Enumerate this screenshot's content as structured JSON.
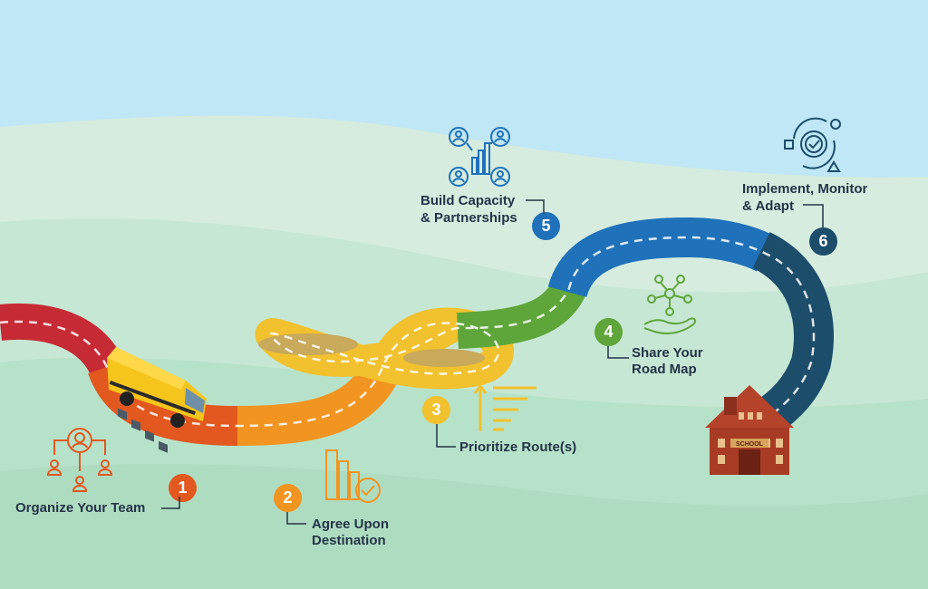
{
  "colors": {
    "sky": "#bfe7f5",
    "hill_light": "#d5ecdf",
    "hill_mid": "#c3e6d2",
    "hill_front": "#b3e0c7",
    "step1": "#e2581f",
    "step2": "#f29420",
    "step3": "#f2c12e",
    "step4": "#5fa63a",
    "step5": "#1f72ba",
    "step6": "#1c4e6b",
    "road_red": "#c62b35",
    "school": "#a83b24",
    "bus": "#f5c51c",
    "text": "#243447"
  },
  "steps": [
    {
      "number": "1",
      "label": "Organize Your Team",
      "icon": "team-hierarchy-icon"
    },
    {
      "number": "2",
      "label": "Agree Upon Destination",
      "label_lines": [
        "Agree Upon",
        "Destination"
      ],
      "icon": "bar-chart-check-icon"
    },
    {
      "number": "3",
      "label": "Prioritize Route(s)",
      "icon": "sort-priority-icon"
    },
    {
      "number": "4",
      "label": "Share Your Road Map",
      "label_lines": [
        "Share Your",
        "Road Map"
      ],
      "icon": "hand-network-icon"
    },
    {
      "number": "5",
      "label": "Build Capacity & Partnerships",
      "label_lines": [
        "Build Capacity",
        "& Partnerships"
      ],
      "icon": "partnership-network-icon"
    },
    {
      "number": "6",
      "label": "Implement, Monitor & Adapt",
      "label_lines": [
        "Implement, Monitor",
        "& Adapt"
      ],
      "icon": "cycle-gear-check-icon"
    }
  ],
  "school_sign": "SCHOOL"
}
